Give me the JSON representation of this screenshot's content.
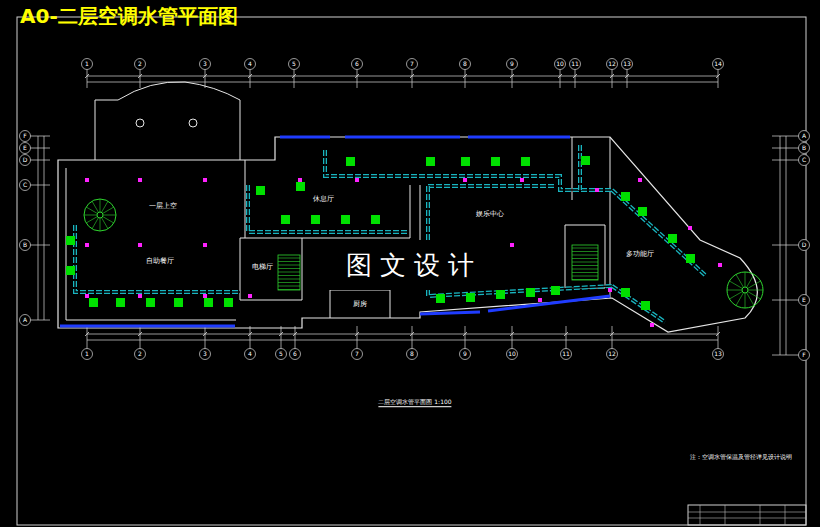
{
  "diagram": {
    "title": "A0-二层空调水管平面图",
    "caption": "二层空调水管平面图 1:100",
    "nodes": [
      {
        "text": [
          "图 文 设 计"
        ]
      }
    ],
    "labels": [
      "一层上空",
      "休息厅",
      "自助餐厅",
      "娱乐中心",
      "电梯厅",
      "多功能厅",
      "厨房",
      "1",
      "2",
      "3",
      "4",
      "5",
      "6",
      "7",
      "8",
      "9",
      "10",
      "11",
      "12",
      "13",
      "14",
      "1",
      "2",
      "3",
      "4",
      "5",
      "6",
      "7",
      "8",
      "9",
      "10",
      "11",
      "12",
      "13",
      "A",
      "B",
      "C",
      "D",
      "E",
      "F",
      "A",
      "B",
      "C",
      "D",
      "E",
      "F",
      "注：空调水管保温及管径详见设计说明"
    ]
  }
}
